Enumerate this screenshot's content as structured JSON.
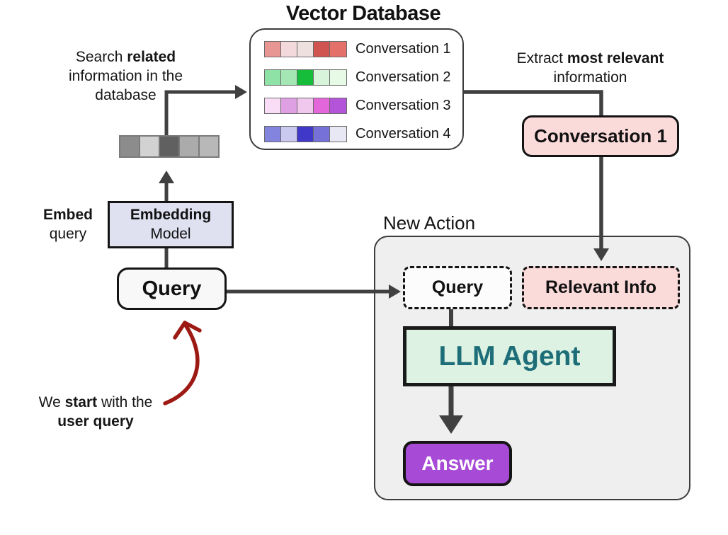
{
  "title": "Vector Database",
  "vector_db": {
    "rows": [
      {
        "label": "Conversation 1",
        "cells": [
          "#e89694",
          "#f3d9db",
          "#eee0de",
          "#d05450",
          "#e4706a"
        ]
      },
      {
        "label": "Conversation 2",
        "cells": [
          "#8fe2a5",
          "#a5e6b5",
          "#16bd3a",
          "#d8f5dc",
          "#e6fae6"
        ]
      },
      {
        "label": "Conversation 3",
        "cells": [
          "#f9ddf7",
          "#dfa0e3",
          "#f0c8ee",
          "#e366da",
          "#b455d9"
        ]
      },
      {
        "label": "Conversation 4",
        "cells": [
          "#8384de",
          "#c9c8ee",
          "#4038c8",
          "#7571d8",
          "#e8e8f5"
        ]
      }
    ]
  },
  "query_vector": {
    "cells": [
      "#8c8c8c",
      "#d2d2d2",
      "#606060",
      "#ababab",
      "#b8b8b8"
    ]
  },
  "notes": {
    "search": {
      "pre": "Search ",
      "bold": "related",
      "post": " information in the database"
    },
    "embed": {
      "bold": "Embed",
      "post": " query"
    },
    "extract": {
      "pre": "Extract ",
      "bold": "most relevant",
      "post": " information"
    },
    "start": {
      "pre": "We ",
      "bold1": "start",
      "mid": " with the ",
      "bold2": "user query"
    }
  },
  "nodes": {
    "embedding_model_line1": "Embedding",
    "embedding_model_line2": "Model",
    "query": "Query",
    "conversation1": "Conversation 1",
    "new_action_label": "New Action",
    "dashed_query": "Query",
    "relevant_info": "Relevant Info",
    "llm_agent": "LLM Agent",
    "answer": "Answer"
  },
  "colors": {
    "arrow_gray": "#404040",
    "arrow_red": "#9c1a13",
    "embedding_bg": "#dfe1f1",
    "conversation_pink": "#fbdada",
    "llm_agent_bg": "#ddf2e2",
    "llm_agent_text": "#1d6e78",
    "answer_purple": "#a74ad6",
    "new_action_bg": "#efefef"
  }
}
